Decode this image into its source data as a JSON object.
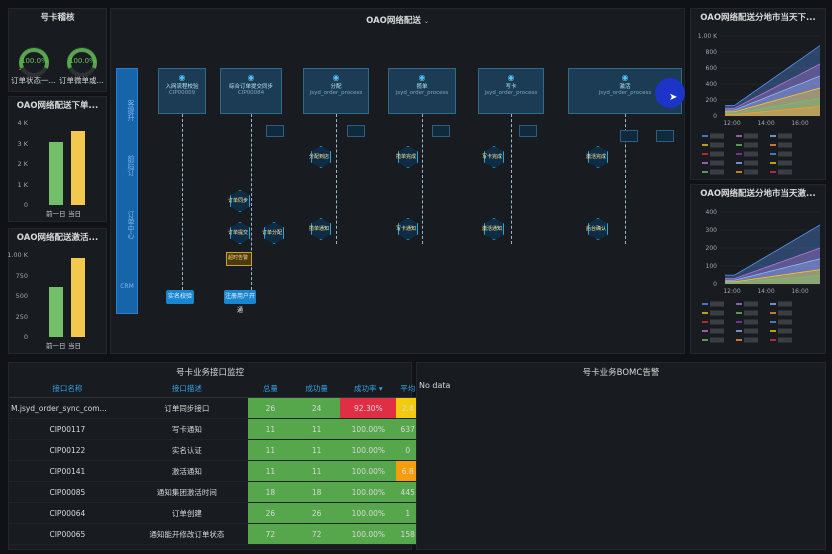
{
  "panels": {
    "gauges_title": "号卡稽核",
    "bar1_title": "OAO网络配送下单...",
    "bar2_title": "OAO网络配送激活...",
    "flow_title": "OAO网络配送",
    "ts1_title": "OAO网络配送分地市当天下...",
    "ts2_title": "OAO网络配送分地市当天激...",
    "table_title": "号卡业务接口监控",
    "bomc_title": "号卡业务BOMC告警",
    "bomc_nodata": "No data"
  },
  "gauges": [
    {
      "value": "100.0%",
      "label": "订单状态一...",
      "fraction": 1.0
    },
    {
      "value": "100.0%",
      "label": "订单微单或...",
      "fraction": 1.0
    }
  ],
  "bar1": {
    "yticks": [
      "4 K",
      "3 K",
      "2 K",
      "1 K",
      "0"
    ],
    "categories": [
      "前一日",
      "当日"
    ],
    "values": [
      3050,
      3600
    ],
    "ymax": 4000,
    "colors": [
      "#73bf69",
      "#f2c94c"
    ]
  },
  "bar2": {
    "yticks": [
      "1.00 K",
      "750",
      "500",
      "250",
      "0"
    ],
    "categories": [
      "前一日",
      "当日"
    ],
    "values": [
      610,
      960
    ],
    "ymax": 1000,
    "colors": [
      "#73bf69",
      "#f2c94c"
    ]
  },
  "flow": {
    "lanes": [
      "客提升",
      "前后订",
      "订单中心",
      "CRM"
    ],
    "stages": [
      {
        "title": "入网流程校验",
        "sub": "CIP00009"
      },
      {
        "title": "综合订单提交同步",
        "sub": "CIP00084"
      },
      {
        "title": "分配",
        "sub": "jsyd_order_process"
      },
      {
        "title": "揽单",
        "sub": "jsyd_order_process"
      },
      {
        "title": "写卡",
        "sub": "jsyd_order_process"
      },
      {
        "title": "激活",
        "sub": "jsyd_order_process"
      }
    ],
    "hexes": [
      "订单同步",
      "订单提交",
      "订单分配",
      "分配到店",
      "揽单通知",
      "揽单完成",
      "写卡通知",
      "写卡完成",
      "激活通知",
      "激活完成",
      "后台确认"
    ],
    "buttons": [
      "实名校验",
      "注册用户开通"
    ],
    "warn": "超时告警"
  },
  "ts1": {
    "yticks": [
      "1.00 K",
      "800",
      "600",
      "400",
      "200",
      "0"
    ],
    "xticks": [
      "12:00",
      "14:00",
      "16:00"
    ]
  },
  "ts2": {
    "yticks": [
      "400",
      "300",
      "200",
      "100",
      "0"
    ],
    "xticks": [
      "12:00",
      "14:00",
      "16:00"
    ]
  },
  "table": {
    "headers": [
      "接口名称",
      "接口描述",
      "总量",
      "成功量",
      "成功率 ▾",
      "平均"
    ],
    "rows": [
      [
        "M.jsyd_order_sync_com...",
        "订单同步接口",
        "26",
        "24",
        "92.30%",
        "2.4"
      ],
      [
        "CIP00117",
        "写卡通知",
        "11",
        "11",
        "100.00%",
        "637"
      ],
      [
        "CIP00122",
        "实名认证",
        "11",
        "11",
        "100.00%",
        "0"
      ],
      [
        "CIP00141",
        "激活通知",
        "11",
        "11",
        "100.00%",
        "6.8"
      ],
      [
        "CIP00085",
        "通知集团激活时间",
        "18",
        "18",
        "100.00%",
        "445"
      ],
      [
        "CIP00064",
        "订单创建",
        "26",
        "26",
        "100.00%",
        "1"
      ],
      [
        "CIP00065",
        "通知能开修改订单状态",
        "72",
        "72",
        "100.00%",
        "158"
      ]
    ],
    "rate_colors": [
      "r",
      "g",
      "g",
      "g",
      "g",
      "g",
      "g"
    ],
    "avg_colors": [
      "y",
      "g",
      "g",
      "o",
      "g",
      "g",
      "g"
    ]
  },
  "colors": {
    "accent": "#33a2e5",
    "green": "#56a64b",
    "red": "#e02f44",
    "yellow": "#f2cc0c"
  }
}
